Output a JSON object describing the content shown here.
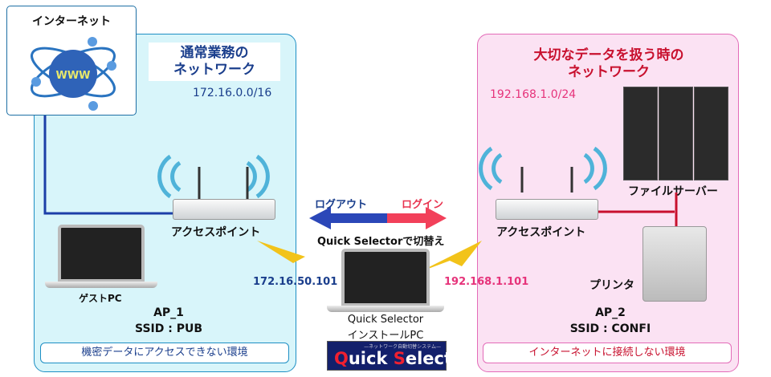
{
  "internet": {
    "label": "インターネット",
    "globe_text": "WWW"
  },
  "left": {
    "title1": "通常業務の",
    "title2": "ネットワーク",
    "subnet": "172.16.0.0/16",
    "ap_label": "アクセスポイント",
    "guest_label": "ゲストPC",
    "ap_name": "AP_1",
    "ssid": "SSID : PUB",
    "footer": "機密データにアクセスできない環境",
    "ip": "172.16.50.101"
  },
  "right": {
    "title1": "大切なデータを扱う時の",
    "title2": "ネットワーク",
    "subnet": "192.168.1.0/24",
    "ap_label": "アクセスポイント",
    "server_label": "ファイルサーバー",
    "printer_label": "プリンタ",
    "ap_name": "AP_2",
    "ssid": "SSID : CONFI",
    "footer": "インターネットに接続しない環境",
    "ip": "192.168.1.101"
  },
  "center": {
    "logout": "ログアウト",
    "login": "ログイン",
    "switch_label": "Quick Selectorで切替え",
    "pc_label1": "Quick Selector",
    "pc_label2": "インストールPC",
    "logo_sub": "—ネットワーク自動切替システム—",
    "logo_q": "Q",
    "logo_uick": "uick ",
    "logo_s": "S",
    "logo_elector": "elector"
  },
  "colors": {
    "blue": "#1a3e8c",
    "red": "#e8334f",
    "pink_text": "#e6337a"
  }
}
